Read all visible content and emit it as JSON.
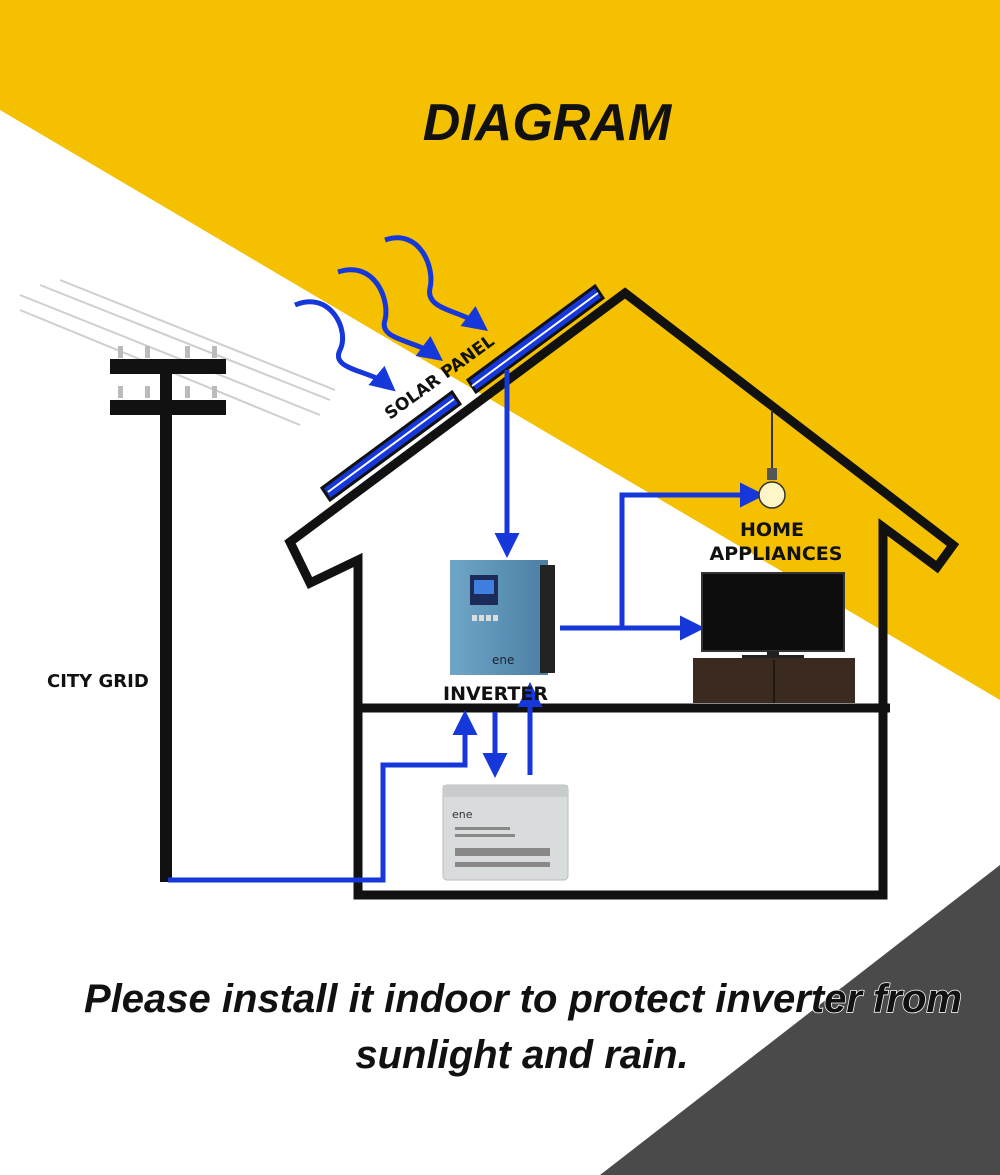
{
  "title": "DIAGRAM",
  "labels": {
    "solar_panel": "SOLAR PANEL",
    "city_grid": "CITY GRID",
    "inverter": "INVERTER",
    "home_appliances_line1": "HOME",
    "home_appliances_line2": "APPLIANCES"
  },
  "brand_logo": "ene",
  "footer": {
    "line1": "Please install it indoor to protect inverter from",
    "line2": "sunlight and rain."
  },
  "colors": {
    "yellow": "#F5C000",
    "wire_blue": "#1637D9",
    "dark_gray": "#4A4A4A",
    "inverter_blue": "#5E95B8"
  }
}
